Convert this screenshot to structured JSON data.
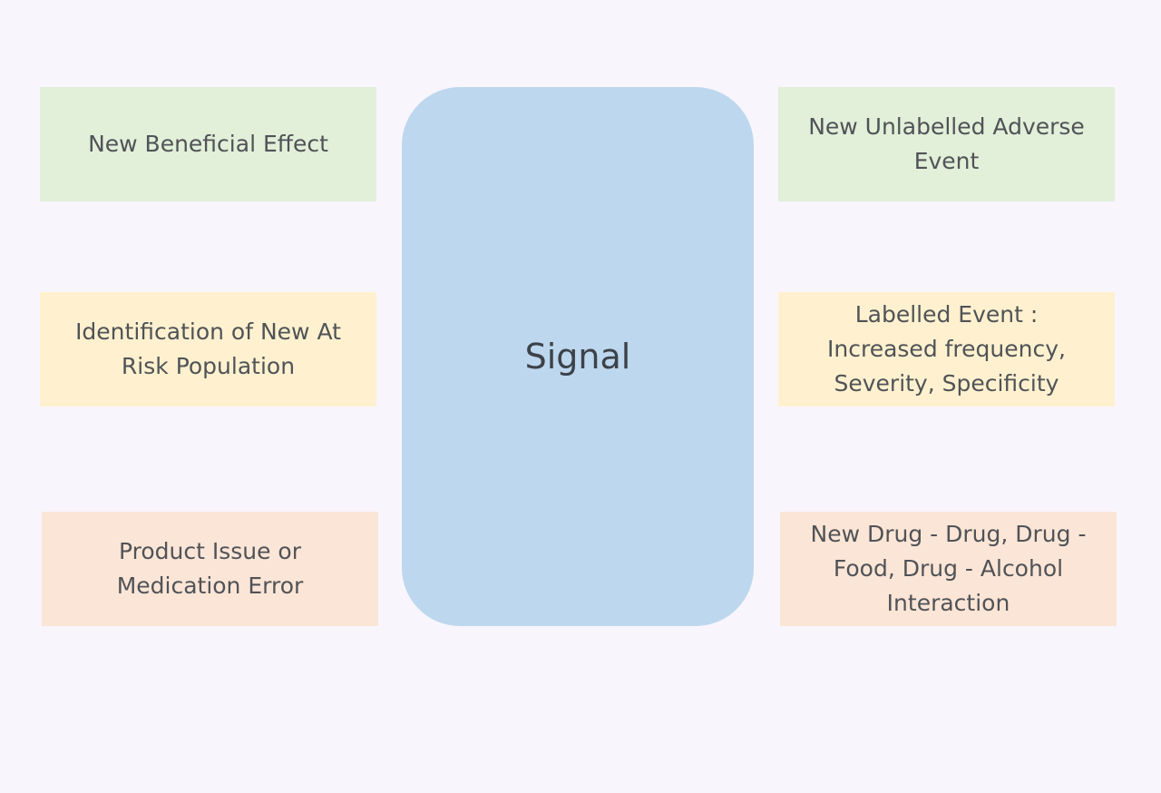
{
  "center": {
    "label": "Signal"
  },
  "left_boxes": [
    {
      "label": "New Beneficial Effect",
      "color": "#e2efd9"
    },
    {
      "label": "Identification of New At\nRisk Population",
      "color": "#fff1cf"
    },
    {
      "label": "Product Issue or\nMedication Error",
      "color": "#fbe5d6"
    }
  ],
  "right_boxes": [
    {
      "label": "New Unlabelled Adverse\nEvent",
      "color": "#e2efd9"
    },
    {
      "label": "Labelled Event :\nIncreased frequency,\nSeverity, Specificity",
      "color": "#fff1cf"
    },
    {
      "label": "New Drug - Drug, Drug -\nFood, Drug - Alcohol\nInteraction",
      "color": "#fbe5d6"
    }
  ],
  "colors": {
    "background": "#f8f5fc",
    "center_fill": "#bdd7ee",
    "text": "#505357"
  }
}
